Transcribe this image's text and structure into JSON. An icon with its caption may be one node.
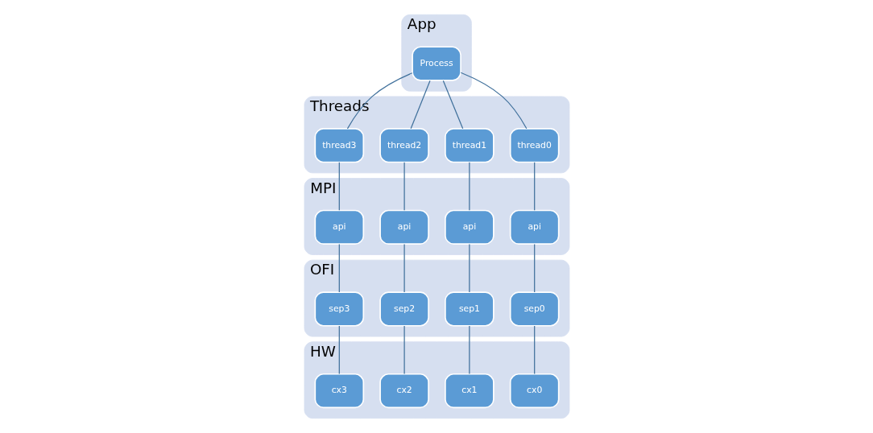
{
  "diagram": {
    "nodes": [
      {
        "text": [
          "App"
        ]
      },
      {
        "text": [
          "Process"
        ],
        "in": 0
      },
      {
        "text": [
          "Threads"
        ]
      },
      {
        "text": [
          "thread0"
        ],
        "in": 2
      },
      {
        "text": [
          "thread1"
        ],
        "in": 2
      },
      {
        "text": [
          "thread2"
        ],
        "in": 2
      },
      {
        "text": [
          "thread3"
        ],
        "in": 2
      },
      {
        "text": [
          "MPI"
        ]
      },
      {
        "text": [
          "api"
        ],
        "in": 7
      },
      {
        "text": [
          "api"
        ],
        "in": 7
      },
      {
        "text": [
          "api"
        ],
        "in": 7
      },
      {
        "text": [
          "api"
        ],
        "in": 7
      },
      {
        "text": [
          "OFI"
        ]
      },
      {
        "text": [
          "sep0"
        ],
        "in": 12
      },
      {
        "text": [
          "sep1"
        ],
        "in": 12
      },
      {
        "text": [
          "sep2"
        ],
        "in": 12
      },
      {
        "text": [
          "sep3"
        ],
        "in": 12
      },
      {
        "text": [
          "HW"
        ]
      },
      {
        "text": [
          "cx0"
        ],
        "in": 17
      },
      {
        "text": [
          "cx1"
        ],
        "in": 17
      },
      {
        "text": [
          "cx2"
        ],
        "in": 17
      },
      {
        "text": [
          "cx3"
        ],
        "in": 17
      }
    ],
    "edges": [
      {
        "from": 1,
        "to": 3,
        "arrow": "none"
      },
      {
        "from": 1,
        "to": 4,
        "arrow": "none"
      },
      {
        "from": 1,
        "to": 5,
        "arrow": "none"
      },
      {
        "from": 1,
        "to": 6,
        "arrow": "none"
      },
      {
        "from": 3,
        "to": 8,
        "arrow": "none"
      },
      {
        "from": 4,
        "to": 9,
        "arrow": "none"
      },
      {
        "from": 5,
        "to": 10,
        "arrow": "none"
      },
      {
        "from": 6,
        "to": 11,
        "arrow": "none"
      },
      {
        "from": 8,
        "to": 13,
        "arrow": "none"
      },
      {
        "from": 9,
        "to": 14,
        "arrow": "none"
      },
      {
        "from": 10,
        "to": 15,
        "arrow": "none"
      },
      {
        "from": 11,
        "to": 16,
        "arrow": "none"
      },
      {
        "from": 13,
        "to": 18,
        "arrow": "none"
      },
      {
        "from": 14,
        "to": 19,
        "arrow": "none"
      },
      {
        "from": 15,
        "to": 20,
        "arrow": "none"
      },
      {
        "from": 16,
        "to": 21,
        "arrow": "none"
      }
    ]
  }
}
